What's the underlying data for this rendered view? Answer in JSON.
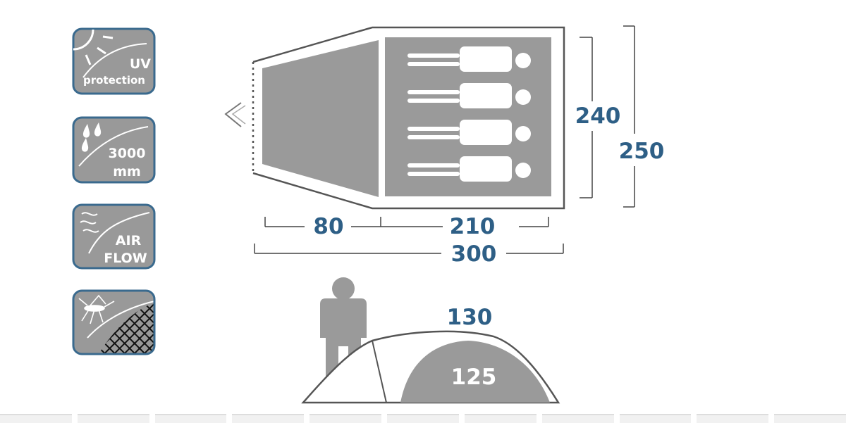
{
  "badges": [
    {
      "icon": "sun-icon",
      "line1": "UV",
      "line2": "protection"
    },
    {
      "icon": "raindrops-icon",
      "line1": "3000",
      "line2": "mm"
    },
    {
      "icon": "air-flow-icon",
      "line1": "AIR",
      "line2": "FLOW"
    },
    {
      "icon": "mosquito-net-icon"
    }
  ],
  "floor_plan": {
    "vestibule_depth": "80",
    "inner_length": "210",
    "total_length": "300",
    "inner_width": "240",
    "total_width": "250",
    "sleeping_capacity": 4
  },
  "side_view": {
    "outer_height": "130",
    "inner_height": "125"
  },
  "colors": {
    "dimension_text": "#2e5f86",
    "fill_gray": "#9a9a9a",
    "badge_border": "#3a6a8e"
  }
}
